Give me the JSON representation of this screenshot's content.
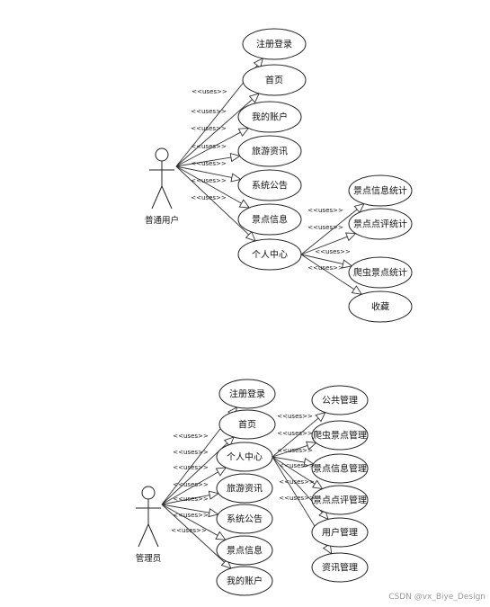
{
  "diagrams": [
    {
      "actor": {
        "label": "普通用户"
      },
      "stereotype": "<<uses>>",
      "use_cases": [
        {
          "id": "register",
          "label": "注册登录"
        },
        {
          "id": "home",
          "label": "首页"
        },
        {
          "id": "account",
          "label": "我的账户"
        },
        {
          "id": "news",
          "label": "旅游资讯"
        },
        {
          "id": "notice",
          "label": "系统公告"
        },
        {
          "id": "spots",
          "label": "景点信息"
        },
        {
          "id": "center",
          "label": "个人中心"
        }
      ],
      "sub_use_cases": [
        {
          "id": "stat-info",
          "label": "景点信息统计"
        },
        {
          "id": "stat-review",
          "label": "景点点评统计"
        },
        {
          "id": "stat-crawl",
          "label": "爬虫景点统计"
        },
        {
          "id": "favorites",
          "label": "收藏"
        }
      ]
    },
    {
      "actor": {
        "label": "管理员"
      },
      "stereotype": "<<uses>>",
      "use_cases": [
        {
          "id": "register",
          "label": "注册登录"
        },
        {
          "id": "home",
          "label": "首页"
        },
        {
          "id": "center",
          "label": "个人中心"
        },
        {
          "id": "news",
          "label": "旅游资讯"
        },
        {
          "id": "notice",
          "label": "系统公告"
        },
        {
          "id": "spots",
          "label": "景点信息"
        },
        {
          "id": "account",
          "label": "我的账户"
        }
      ],
      "sub_use_cases": [
        {
          "id": "public",
          "label": "公共管理"
        },
        {
          "id": "crawl",
          "label": "爬虫景点管理"
        },
        {
          "id": "spot-info",
          "label": "景点信息管理"
        },
        {
          "id": "spot-review",
          "label": "景点点评管理"
        },
        {
          "id": "user",
          "label": "用户管理"
        },
        {
          "id": "news-mgmt",
          "label": "资讯管理"
        }
      ]
    }
  ],
  "watermark": "CSDN @vx_Biye_Design"
}
